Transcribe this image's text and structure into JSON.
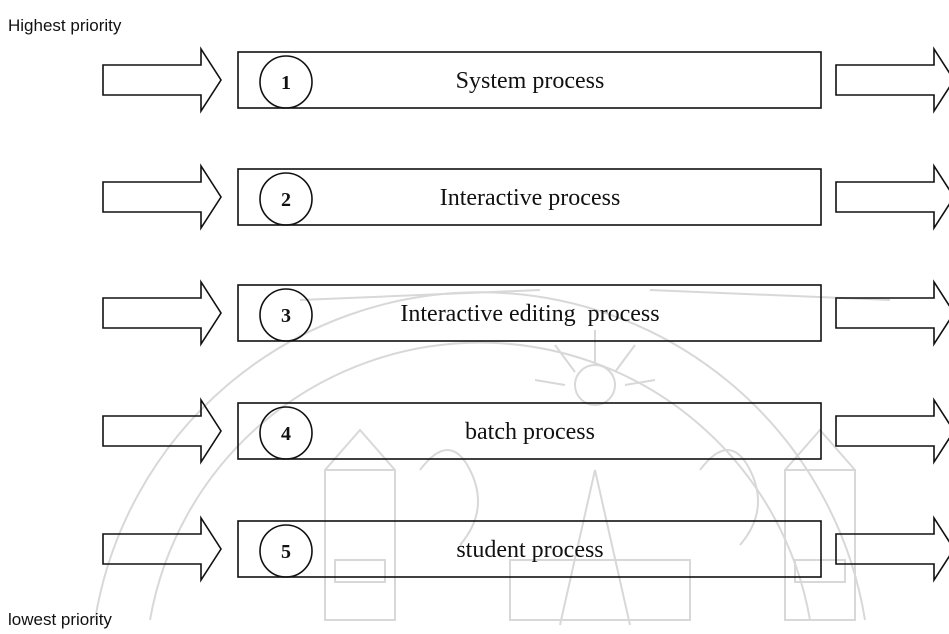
{
  "labels": {
    "top": "Highest priority",
    "bottom": "lowest priority"
  },
  "queues": [
    {
      "number": "1",
      "label": "System process"
    },
    {
      "number": "2",
      "label": "Interactive process"
    },
    {
      "number": "3",
      "label": "Interactive editing  process"
    },
    {
      "number": "4",
      "label": "batch process"
    },
    {
      "number": "5",
      "label": "student process"
    }
  ],
  "watermark_icon": "university-seal-watermark"
}
